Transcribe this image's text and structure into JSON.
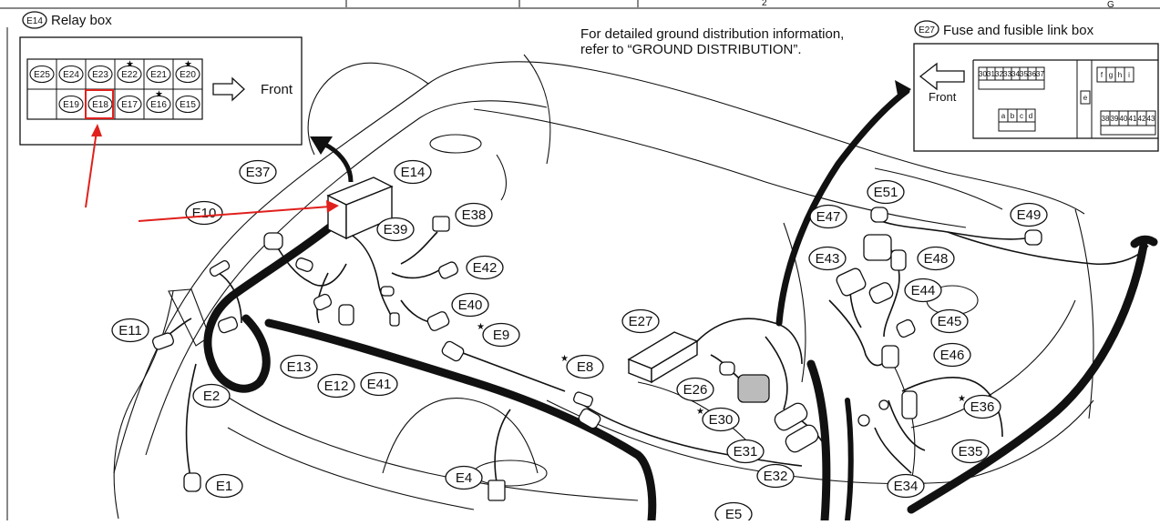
{
  "relay_box": {
    "title_code": "E14",
    "title": "Relay box",
    "front_label": "Front",
    "top_row": [
      "E25",
      "E24",
      "E23",
      "E22",
      "E21",
      "E20"
    ],
    "bottom_row": [
      "",
      "E19",
      "E18",
      "E17",
      "E16",
      "E15"
    ],
    "starred": [
      "E22",
      "E20",
      "E16"
    ],
    "highlighted": "E18"
  },
  "ground_note": {
    "line1": "For detailed ground distribution information,",
    "line2": "refer to “GROUND DISTRIBUTION”."
  },
  "fuse_box": {
    "title_code": "E27",
    "title": "Fuse and fusible link box",
    "front_label": "Front",
    "top_cells": [
      "30",
      "31",
      "32",
      "33",
      "34",
      "35",
      "36",
      "37"
    ],
    "right_top_cells": [
      "f",
      "g",
      "h",
      "i"
    ],
    "small_cell": "e",
    "abcd_cells": [
      "a",
      "b",
      "c",
      "d"
    ],
    "bottom_cells": [
      "38",
      "39",
      "40",
      "41",
      "42",
      "43"
    ]
  },
  "top_edge_chars": [
    "2",
    "G"
  ],
  "connectors": [
    {
      "label": "E14",
      "star": false
    },
    {
      "label": "E37",
      "star": false
    },
    {
      "label": "E10",
      "star": false
    },
    {
      "label": "E39",
      "star": false
    },
    {
      "label": "E38",
      "star": false
    },
    {
      "label": "E42",
      "star": false
    },
    {
      "label": "E40",
      "star": false
    },
    {
      "label": "E9",
      "star": true
    },
    {
      "label": "E11",
      "star": false
    },
    {
      "label": "E13",
      "star": false
    },
    {
      "label": "E12",
      "star": false
    },
    {
      "label": "E41",
      "star": false
    },
    {
      "label": "E2",
      "star": false
    },
    {
      "label": "E8",
      "star": true
    },
    {
      "label": "E1",
      "star": false
    },
    {
      "label": "E4",
      "star": false
    },
    {
      "label": "E5",
      "star": false
    },
    {
      "label": "E27",
      "star": false
    },
    {
      "label": "E26",
      "star": false
    },
    {
      "label": "E30",
      "star": true
    },
    {
      "label": "E31",
      "star": false
    },
    {
      "label": "E32",
      "star": false
    },
    {
      "label": "E51",
      "star": false
    },
    {
      "label": "E47",
      "star": false
    },
    {
      "label": "E49",
      "star": false
    },
    {
      "label": "E43",
      "star": false
    },
    {
      "label": "E48",
      "star": false
    },
    {
      "label": "E44",
      "star": false
    },
    {
      "label": "E45",
      "star": false
    },
    {
      "label": "E46",
      "star": false
    },
    {
      "label": "E36",
      "star": true
    },
    {
      "label": "E35",
      "star": false
    },
    {
      "label": "E34",
      "star": false
    }
  ],
  "colors": {
    "ink": "#111111",
    "annotation_arrow": "#e0201c",
    "highlight_box": "#e0201c"
  }
}
